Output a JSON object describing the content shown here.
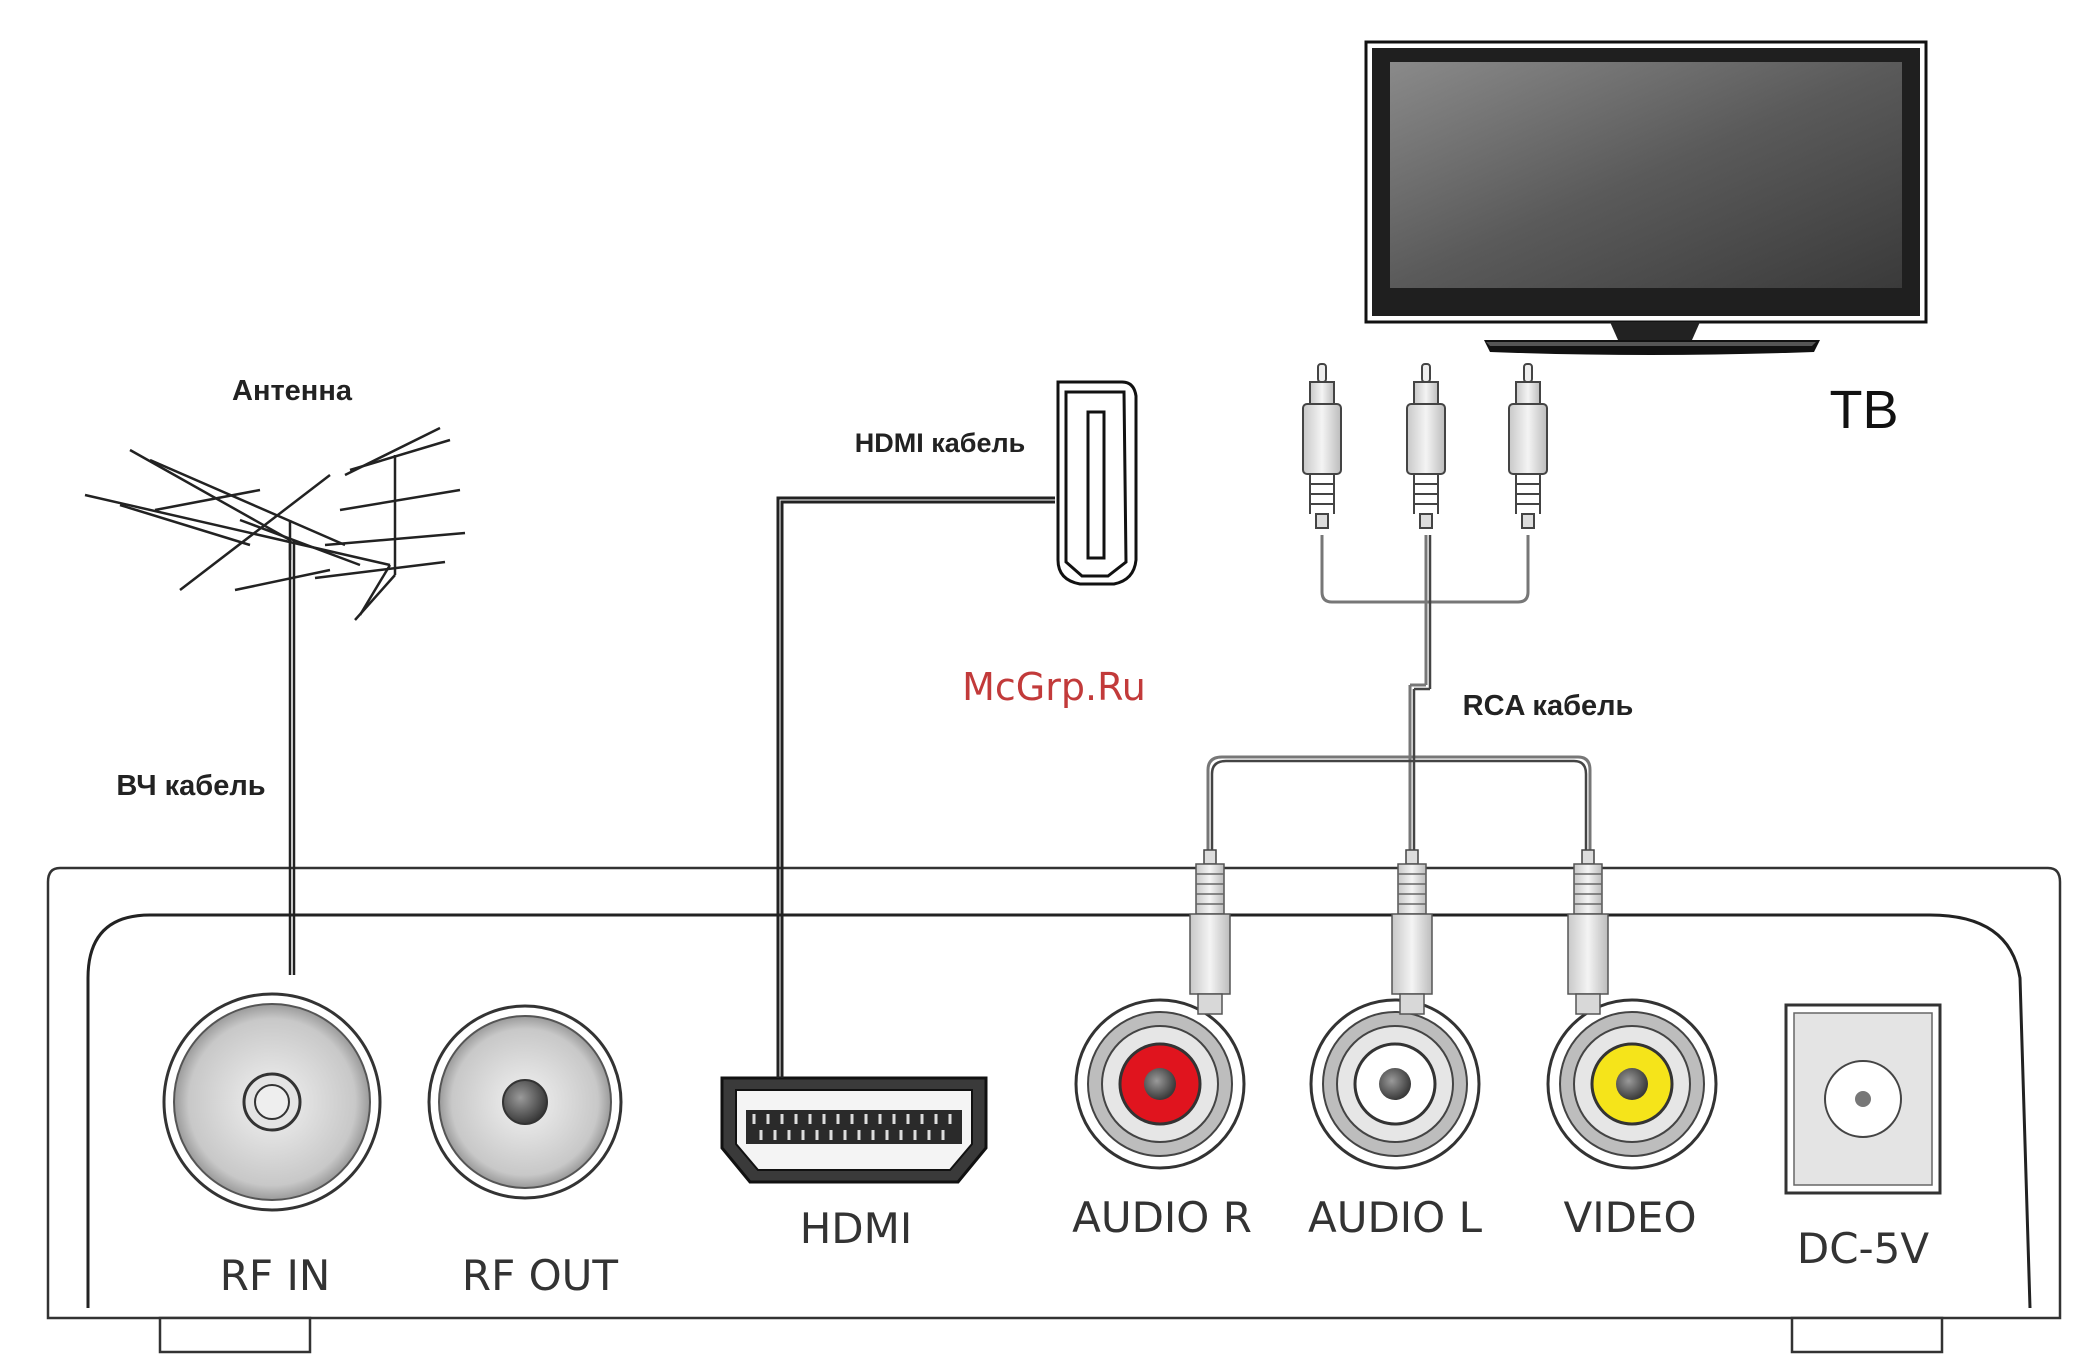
{
  "labels": {
    "antenna": "Антенна",
    "rf_cable": "ВЧ кабель",
    "hdmi_cable": "HDMI кабель",
    "rca_cable": "RCA кабель",
    "tv": "ТВ",
    "watermark": "McGrp.Ru"
  },
  "ports": {
    "rf_in": "RF IN",
    "rf_out": "RF OUT",
    "hdmi": "HDMI",
    "audio_r": "AUDIO R",
    "audio_l": "AUDIO L",
    "video": "VIDEO",
    "dc": "DC-5V"
  },
  "colors": {
    "audio_r": "#e0141e",
    "audio_l": "#ffffff",
    "video": "#f5e41a",
    "tv_screen": "#6e6e6e"
  },
  "icons": {
    "antenna": "antenna-icon",
    "tv": "tv-icon",
    "hdmi_plug": "hdmi-plug-icon",
    "rca_plug": "rca-plug-icon"
  }
}
